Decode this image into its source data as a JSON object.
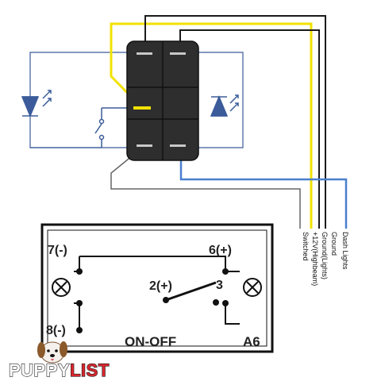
{
  "switch_panel": {
    "pins": {
      "top_left": "7(-)",
      "top_right": "6(+)",
      "center": "2(+)",
      "center_right": "3",
      "bottom_left": "8(-)"
    },
    "function": "ON-OFF",
    "model": "A6"
  },
  "wire_labels": [
    "Switched",
    "+12V(Highbeam)",
    "Ground(Lights)",
    "Ground",
    "Dash Lights"
  ],
  "colors": {
    "yellow_wire": "#f2e200",
    "blue_wire": "#4a7fcf",
    "black_wire": "#1a1a1a",
    "gray_wire": "#666666",
    "led_blue": "#3b5b9a",
    "switch_body": "#2e2e2e",
    "logo_red": "#d8262e"
  },
  "icons": [
    "led-icon",
    "toggle-switch-icon",
    "lamp-icon",
    "puppy-icon"
  ],
  "logo": {
    "text_part1": "PUPPY",
    "text_part2": "LIST"
  }
}
